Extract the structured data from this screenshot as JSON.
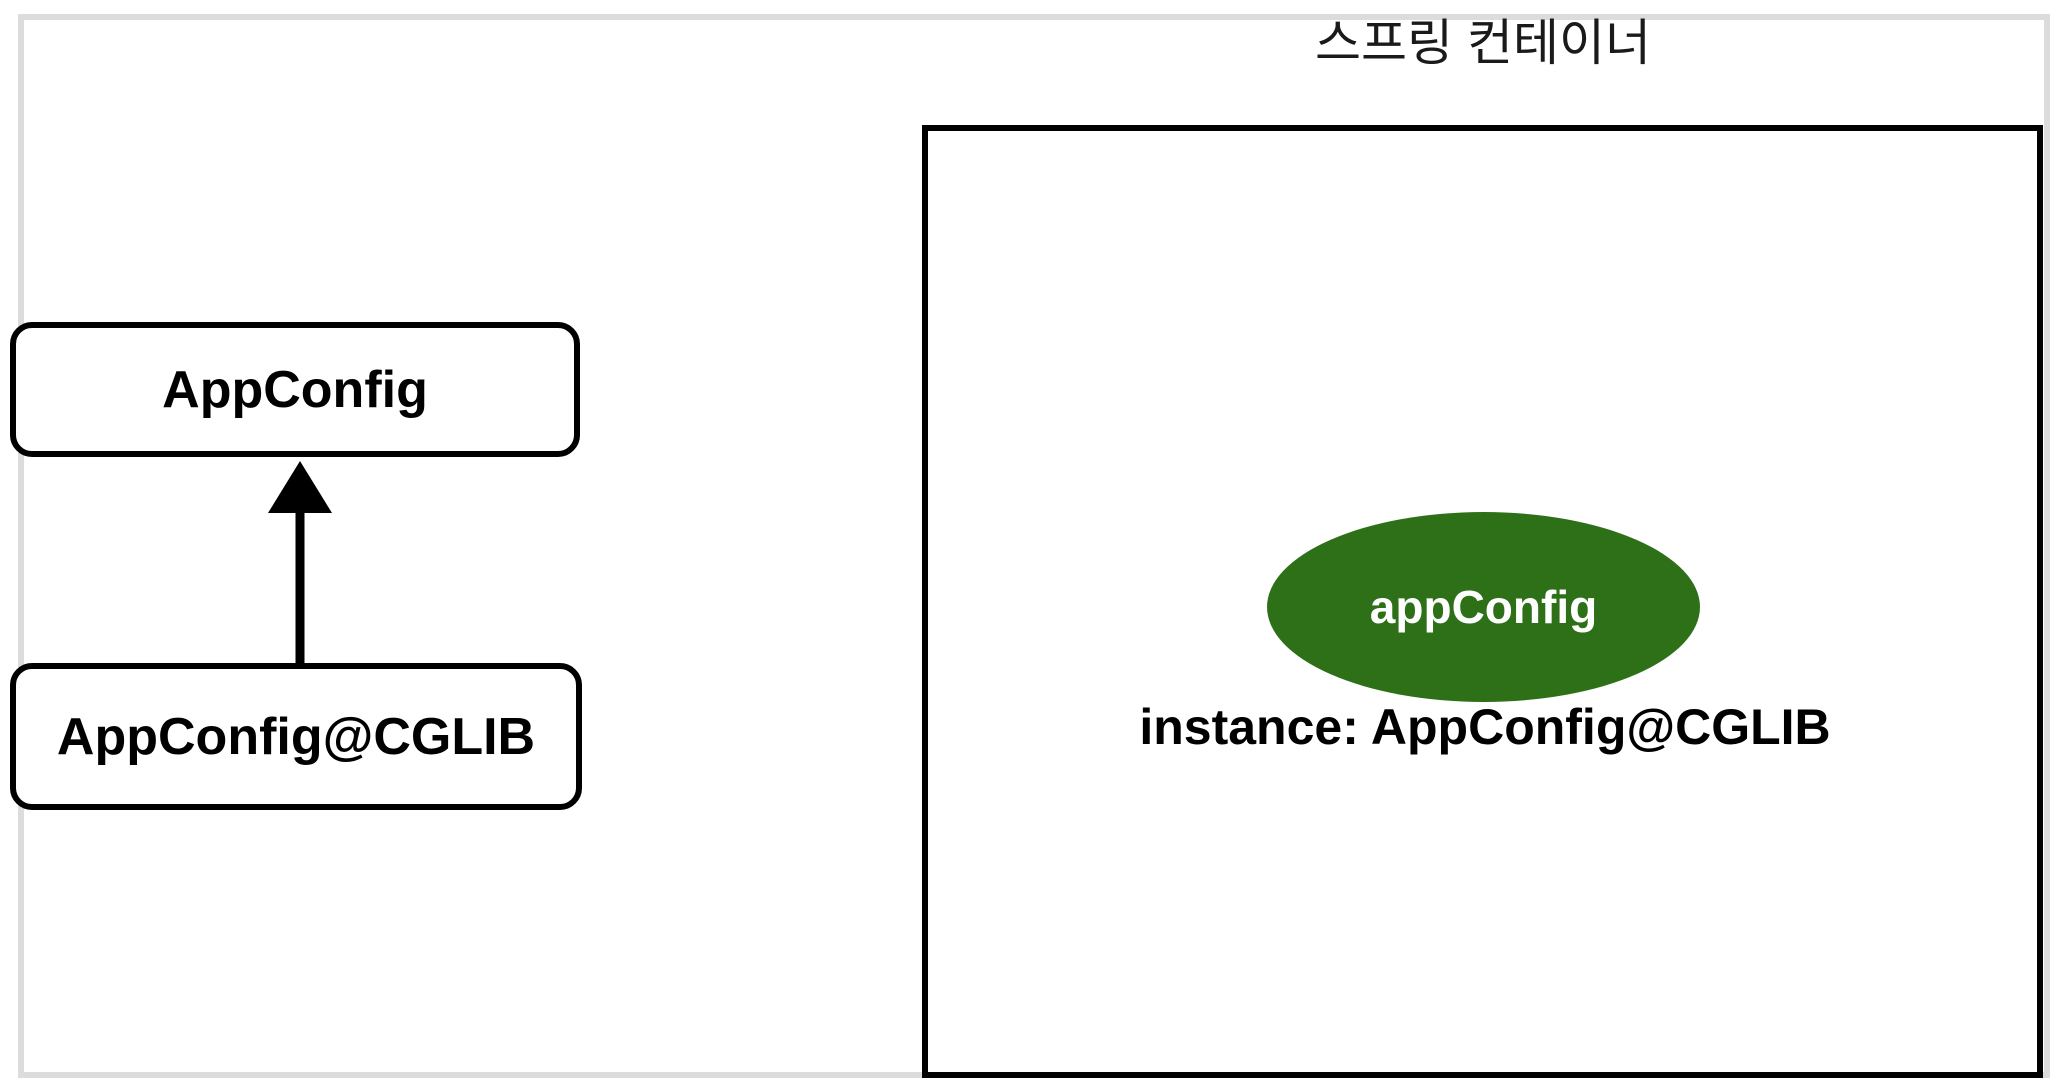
{
  "diagram": {
    "title": "스프링 컨테이너",
    "left_side": {
      "boxes": [
        {
          "id": "appconfig",
          "label": "AppConfig"
        },
        {
          "id": "appconfig-cglib",
          "label": "AppConfig@CGLIB"
        }
      ],
      "relation": {
        "type": "inheritance-arrow",
        "from": "AppConfig@CGLIB",
        "to": "AppConfig",
        "direction": "up"
      }
    },
    "container": {
      "title": "스프링 컨테이너",
      "bean": {
        "name": "appConfig",
        "instance_text": "instance: AppConfig@CGLIB",
        "shape": "ellipse",
        "fill_color": "#2d7018",
        "text_color": "#ffffff"
      }
    },
    "colors": {
      "page_frame": "#dcdcdc",
      "stroke": "#000000",
      "bean_green": "#2d7018",
      "background": "#ffffff",
      "title_text": "#1a1a1a"
    }
  }
}
